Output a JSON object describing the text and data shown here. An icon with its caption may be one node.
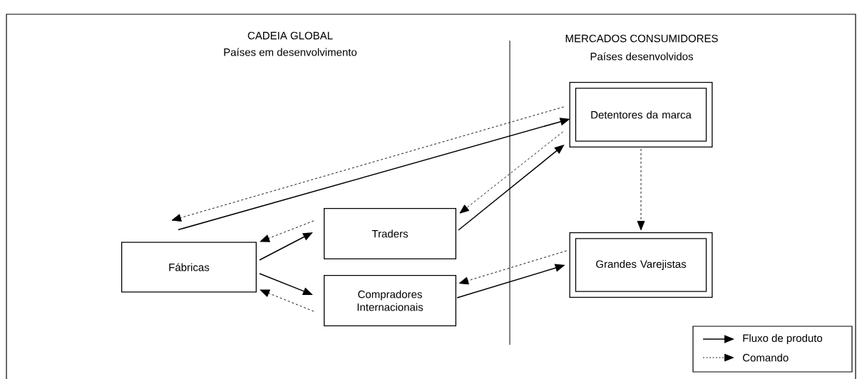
{
  "diagram": {
    "nodes": [
      {
        "text": [
          "Fábricas"
        ]
      },
      {
        "text": [
          "Traders"
        ]
      },
      {
        "text": [
          "Compradores Internacionais"
        ]
      },
      {
        "text": [
          "Detentores da marca"
        ]
      },
      {
        "text": [
          "Grandes Varejistas"
        ]
      }
    ],
    "edges": [
      {
        "from": 0,
        "to": 3,
        "arrow": "to"
      },
      {
        "from": 3,
        "to": 0,
        "arrow": "to",
        "style": "dashed"
      },
      {
        "from": 0,
        "to": 1,
        "arrow": "to"
      },
      {
        "from": 1,
        "to": 0,
        "arrow": "to",
        "style": "dashed"
      },
      {
        "from": 0,
        "to": 2,
        "arrow": "to"
      },
      {
        "from": 2,
        "to": 0,
        "arrow": "to",
        "style": "dashed"
      },
      {
        "from": 1,
        "to": 3,
        "arrow": "to"
      },
      {
        "from": 3,
        "to": 1,
        "arrow": "to",
        "style": "dashed"
      },
      {
        "from": 2,
        "to": 4,
        "arrow": "to"
      },
      {
        "from": 4,
        "to": 2,
        "arrow": "to",
        "style": "dashed"
      },
      {
        "from": 3,
        "to": 4,
        "arrow": "to",
        "style": "dashed"
      }
    ],
    "labels": [
      "CADEIA GLOBAL",
      "Países em desenvolvimento",
      "MERCADOS CONSUMIDORES",
      "Países desenvolvidos"
    ],
    "legend": [
      {
        "text": "Fluxo de produto"
      },
      {
        "text": "Comando"
      }
    ]
  }
}
